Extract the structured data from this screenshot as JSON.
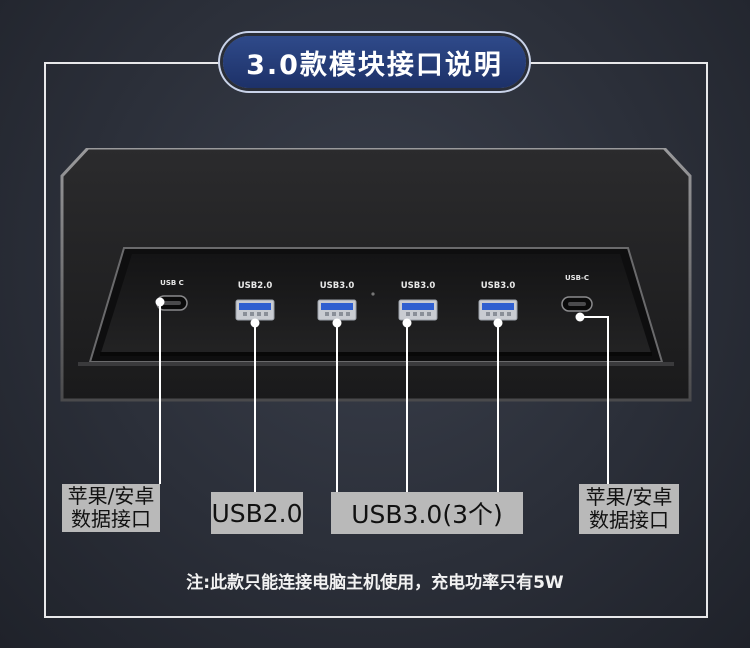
{
  "title": "3.0款模块接口说明",
  "ports": [
    {
      "label": "USB C",
      "type": "usb-c"
    },
    {
      "label": "USB2.0",
      "type": "usb-a"
    },
    {
      "label": "USB3.0",
      "type": "usb-a"
    },
    {
      "label": "USB3.0",
      "type": "usb-a"
    },
    {
      "label": "USB3.0",
      "type": "usb-a"
    },
    {
      "label": "USB-C",
      "type": "usb-c"
    }
  ],
  "callouts": {
    "left_line1": "苹果/安卓",
    "left_line2": "数据接口",
    "usb2": "USB2.0",
    "usb3": "USB3.0(3个)",
    "right_line1": "苹果/安卓",
    "right_line2": "数据接口"
  },
  "note": "注:此款只能连接电脑主机使用，充电功率只有5W",
  "colors": {
    "background": "#2a2e38",
    "title_pill": "#1d3168",
    "frame_line": "#e8e8ea",
    "usb_blue": "#2f5fd0",
    "label_box": "#b9b9b9"
  }
}
